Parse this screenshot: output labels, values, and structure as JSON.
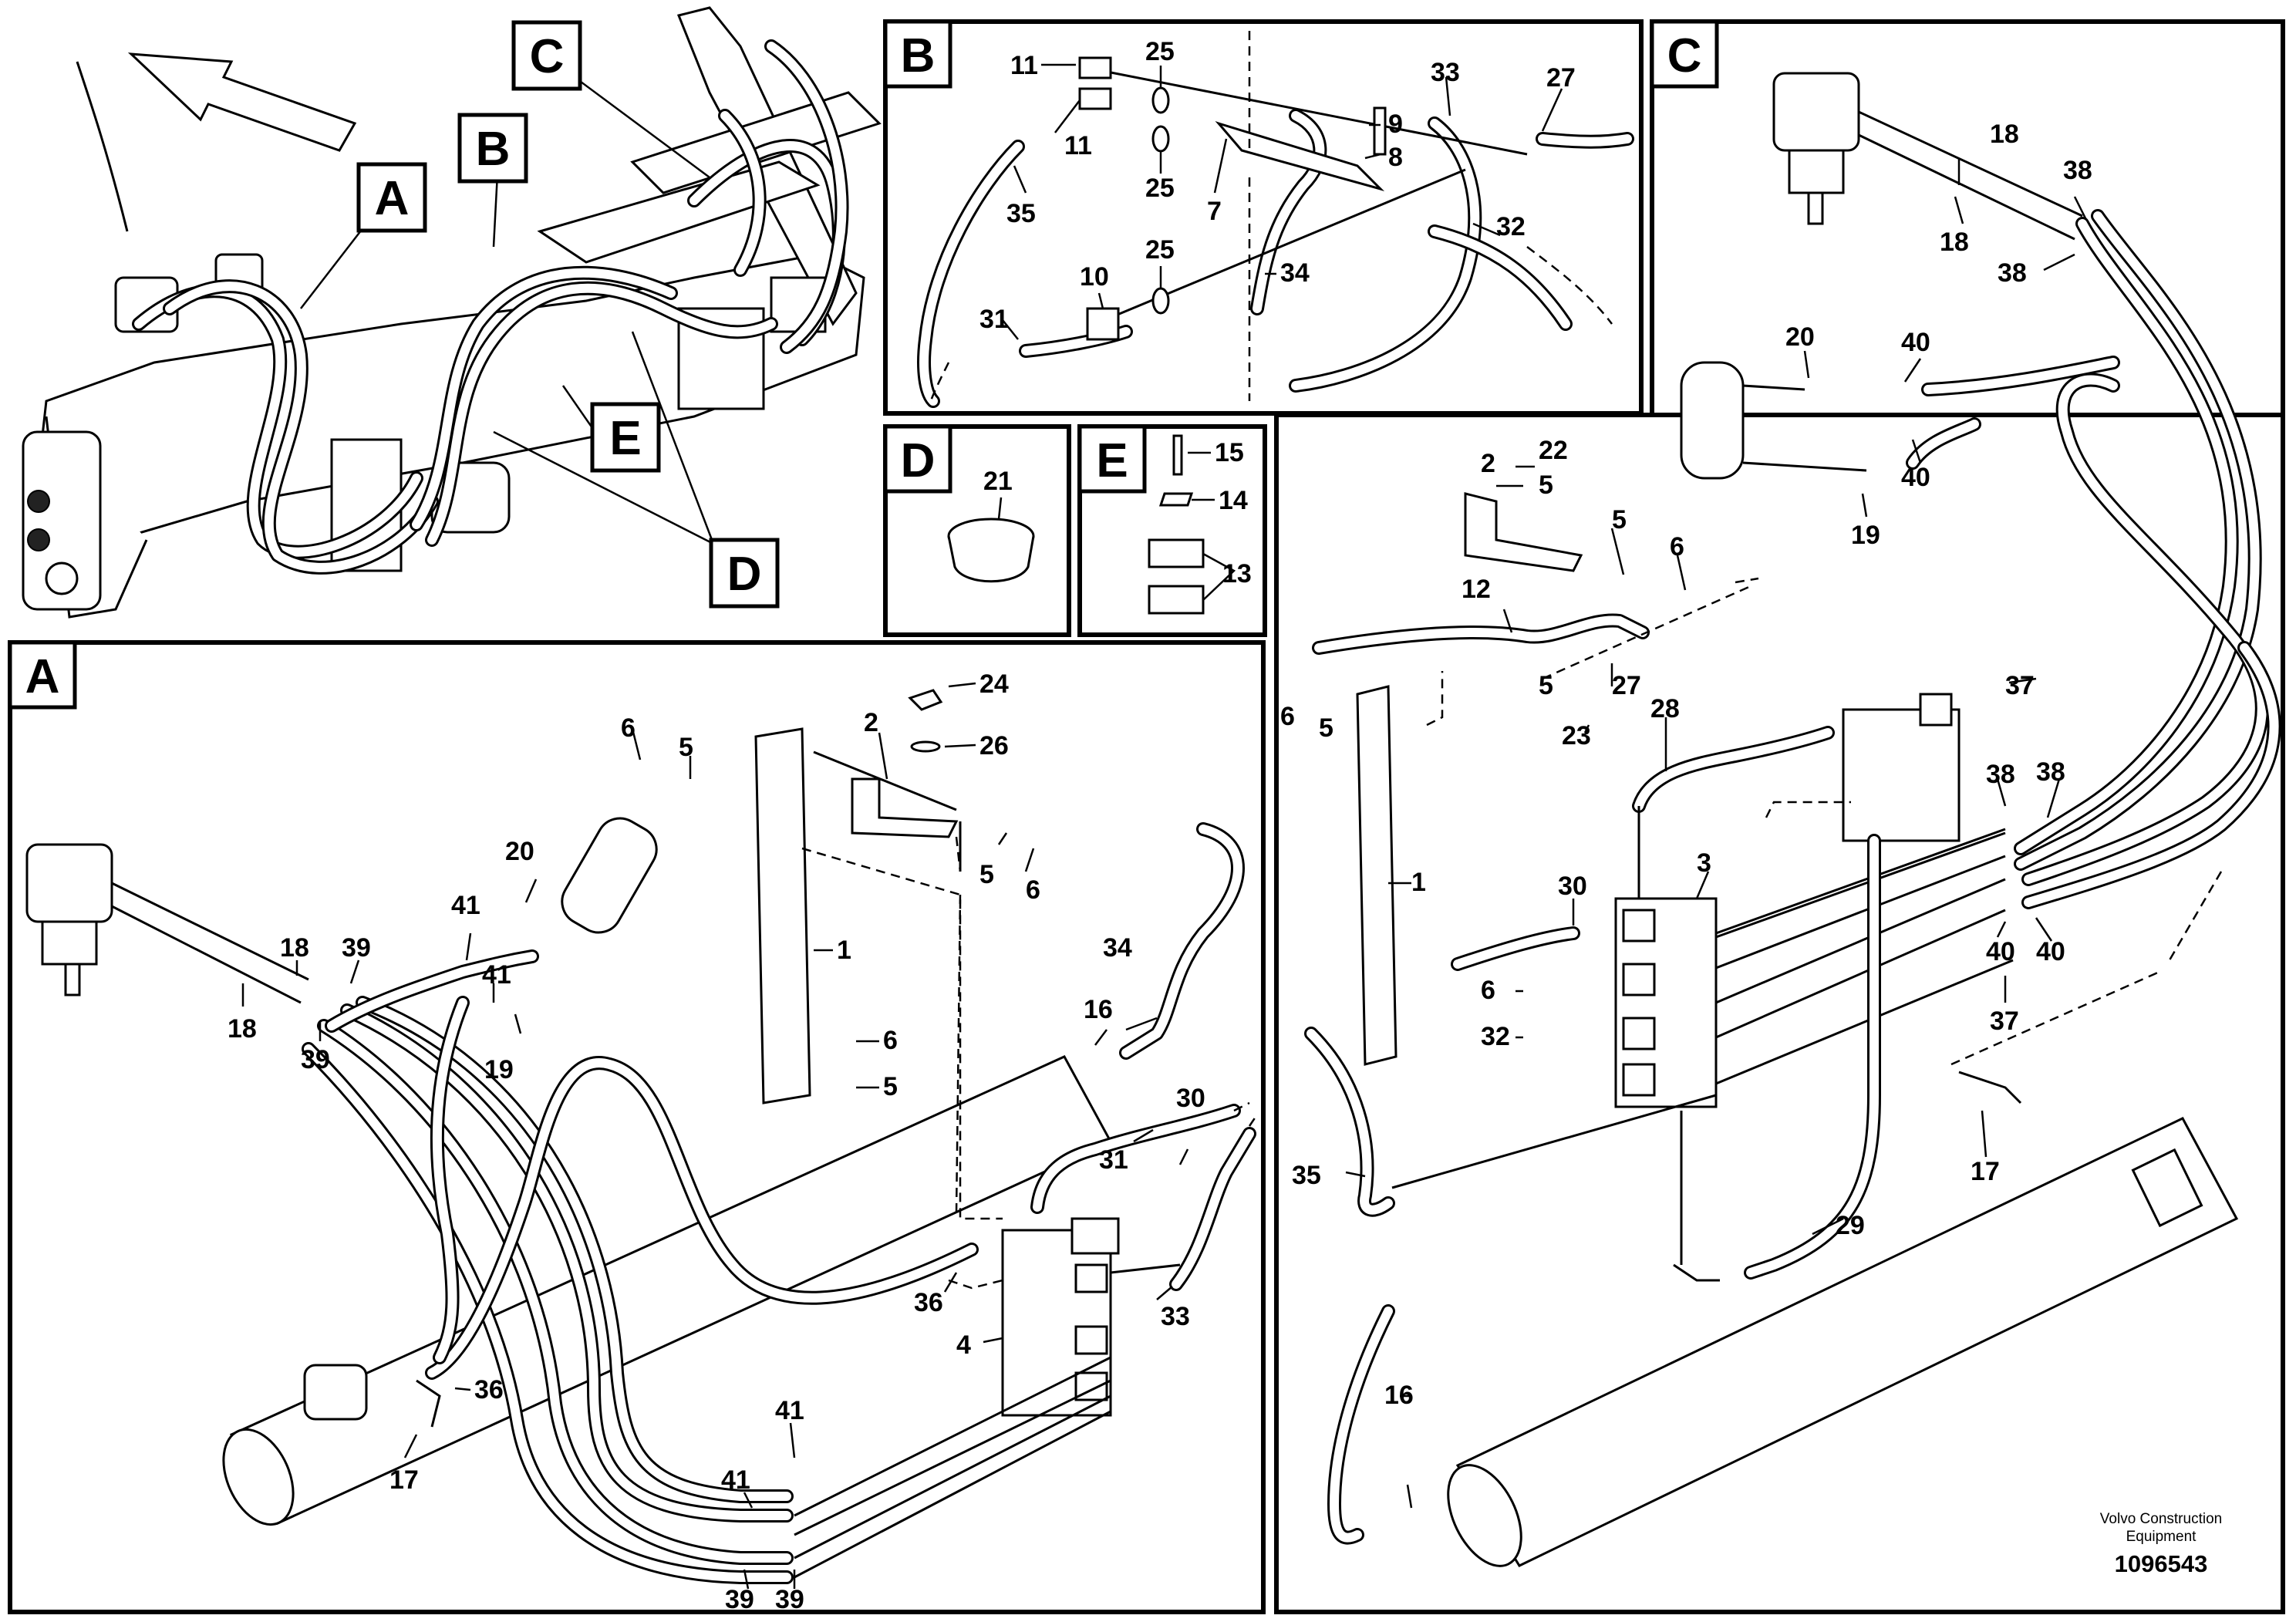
{
  "panels": {
    "A": "A",
    "B": "B",
    "C": "C",
    "D": "D",
    "E": "E"
  },
  "overview_tags": [
    "A",
    "B",
    "C",
    "D",
    "E"
  ],
  "callouts": {
    "A": [
      "1",
      "2",
      "4",
      "5",
      "5",
      "5",
      "6",
      "6",
      "6",
      "16",
      "17",
      "18",
      "18",
      "19",
      "20",
      "24",
      "26",
      "30",
      "31",
      "33",
      "34",
      "36",
      "36",
      "39",
      "39",
      "39",
      "39",
      "41",
      "41",
      "41",
      "41"
    ],
    "B": [
      "7",
      "8",
      "9",
      "10",
      "11",
      "11",
      "25",
      "25",
      "25",
      "27",
      "31",
      "32",
      "33",
      "34",
      "35"
    ],
    "C": [
      "1",
      "2",
      "3",
      "5",
      "5",
      "5",
      "5",
      "6",
      "6",
      "6",
      "12",
      "16",
      "17",
      "18",
      "18",
      "19",
      "20",
      "22",
      "23",
      "27",
      "28",
      "29",
      "30",
      "32",
      "35",
      "37",
      "37",
      "38",
      "38",
      "38",
      "38",
      "40",
      "40",
      "40",
      "40"
    ],
    "D": [
      "21"
    ],
    "E": [
      "13",
      "14",
      "15"
    ]
  },
  "footer": {
    "brand_line1": "Volvo Construction",
    "brand_line2": "Equipment",
    "document_number": "1096543"
  }
}
